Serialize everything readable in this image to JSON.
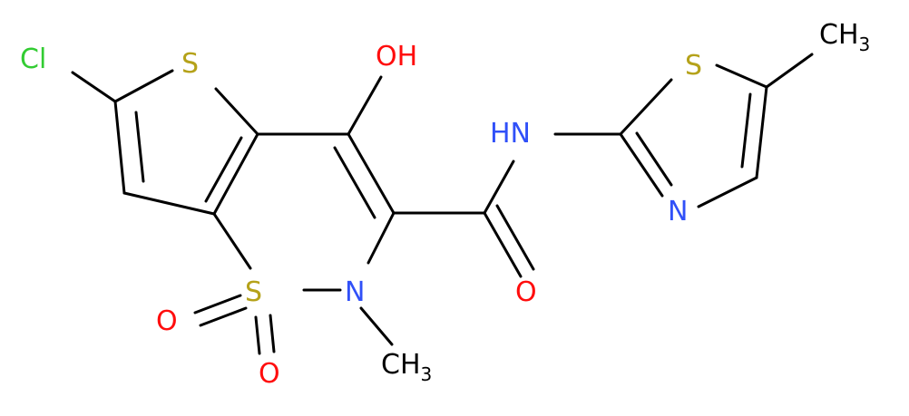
{
  "molecule": {
    "atoms": {
      "cl": "Cl",
      "s_thiophene": "S",
      "oh": "OH",
      "nh": "HN",
      "s_thiazole": "S",
      "ch3_top_main": "CH",
      "ch3_top_sub": "3",
      "n_thiazole": "N",
      "o_carbonyl": "O",
      "s_sulfonyl": "S",
      "n_ring": "N",
      "o_left": "O",
      "o_bottom": "O",
      "ch3_n_main": "CH",
      "ch3_n_sub": "3"
    },
    "colors": {
      "bond": "#000000",
      "chlorine": "#33cc33",
      "sulfur": "#b5a21a",
      "oxygen": "#ff0d0d",
      "nitrogen": "#3050f8",
      "carbon_label": "#000000"
    }
  }
}
